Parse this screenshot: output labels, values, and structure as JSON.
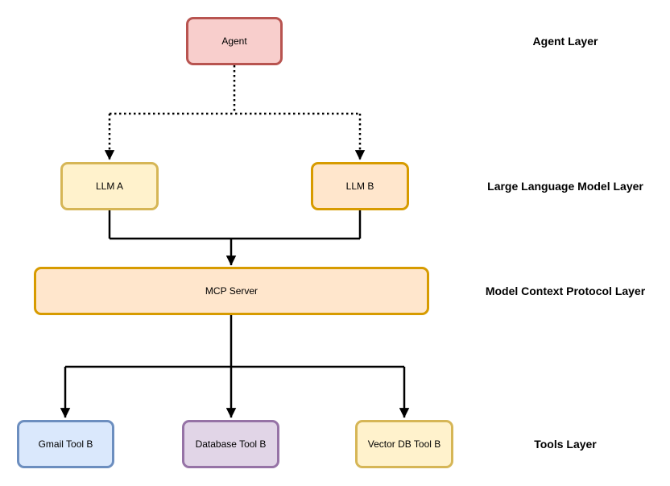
{
  "diagram": {
    "background": "#ffffff",
    "connector_color": "#000000",
    "nodes": [
      {
        "id": "agent",
        "label": "Agent",
        "fill": "#f8cecc",
        "stroke": "#b85450"
      },
      {
        "id": "llm-a",
        "label": "LLM A",
        "fill": "#fff2cc",
        "stroke": "#d6b656"
      },
      {
        "id": "llm-b",
        "label": "LLM B",
        "fill": "#ffe6cc",
        "stroke": "#d79b00"
      },
      {
        "id": "mcp-server",
        "label": "MCP Server",
        "fill": "#ffe6cc",
        "stroke": "#d79b00"
      },
      {
        "id": "gmail-tool",
        "label": "Gmail Tool B",
        "fill": "#dae8fc",
        "stroke": "#6c8ebf"
      },
      {
        "id": "database-tool",
        "label": "Database Tool B",
        "fill": "#e1d5e7",
        "stroke": "#9673a6"
      },
      {
        "id": "vector-db-tool",
        "label": "Vector DB Tool B",
        "fill": "#fff2cc",
        "stroke": "#d6b656"
      }
    ],
    "layer_labels": [
      {
        "id": "agent-layer",
        "text": "Agent Layer"
      },
      {
        "id": "llm-layer",
        "text": "Large Language Model Layer"
      },
      {
        "id": "mcp-layer",
        "text": "Model Context Protocol Layer"
      },
      {
        "id": "tools-layer",
        "text": "Tools Layer"
      }
    ],
    "edges": [
      {
        "from": "agent",
        "to": "llm-a",
        "style": "dotted",
        "arrow": true
      },
      {
        "from": "agent",
        "to": "llm-b",
        "style": "dotted",
        "arrow": true
      },
      {
        "from": "llm-a",
        "to": "mcp-server",
        "style": "solid",
        "arrow": true
      },
      {
        "from": "llm-b",
        "to": "mcp-server",
        "style": "solid",
        "arrow": true
      },
      {
        "from": "mcp-server",
        "to": "gmail-tool",
        "style": "solid",
        "arrow": true
      },
      {
        "from": "mcp-server",
        "to": "database-tool",
        "style": "solid",
        "arrow": true
      },
      {
        "from": "mcp-server",
        "to": "vector-db-tool",
        "style": "solid",
        "arrow": true
      }
    ]
  }
}
